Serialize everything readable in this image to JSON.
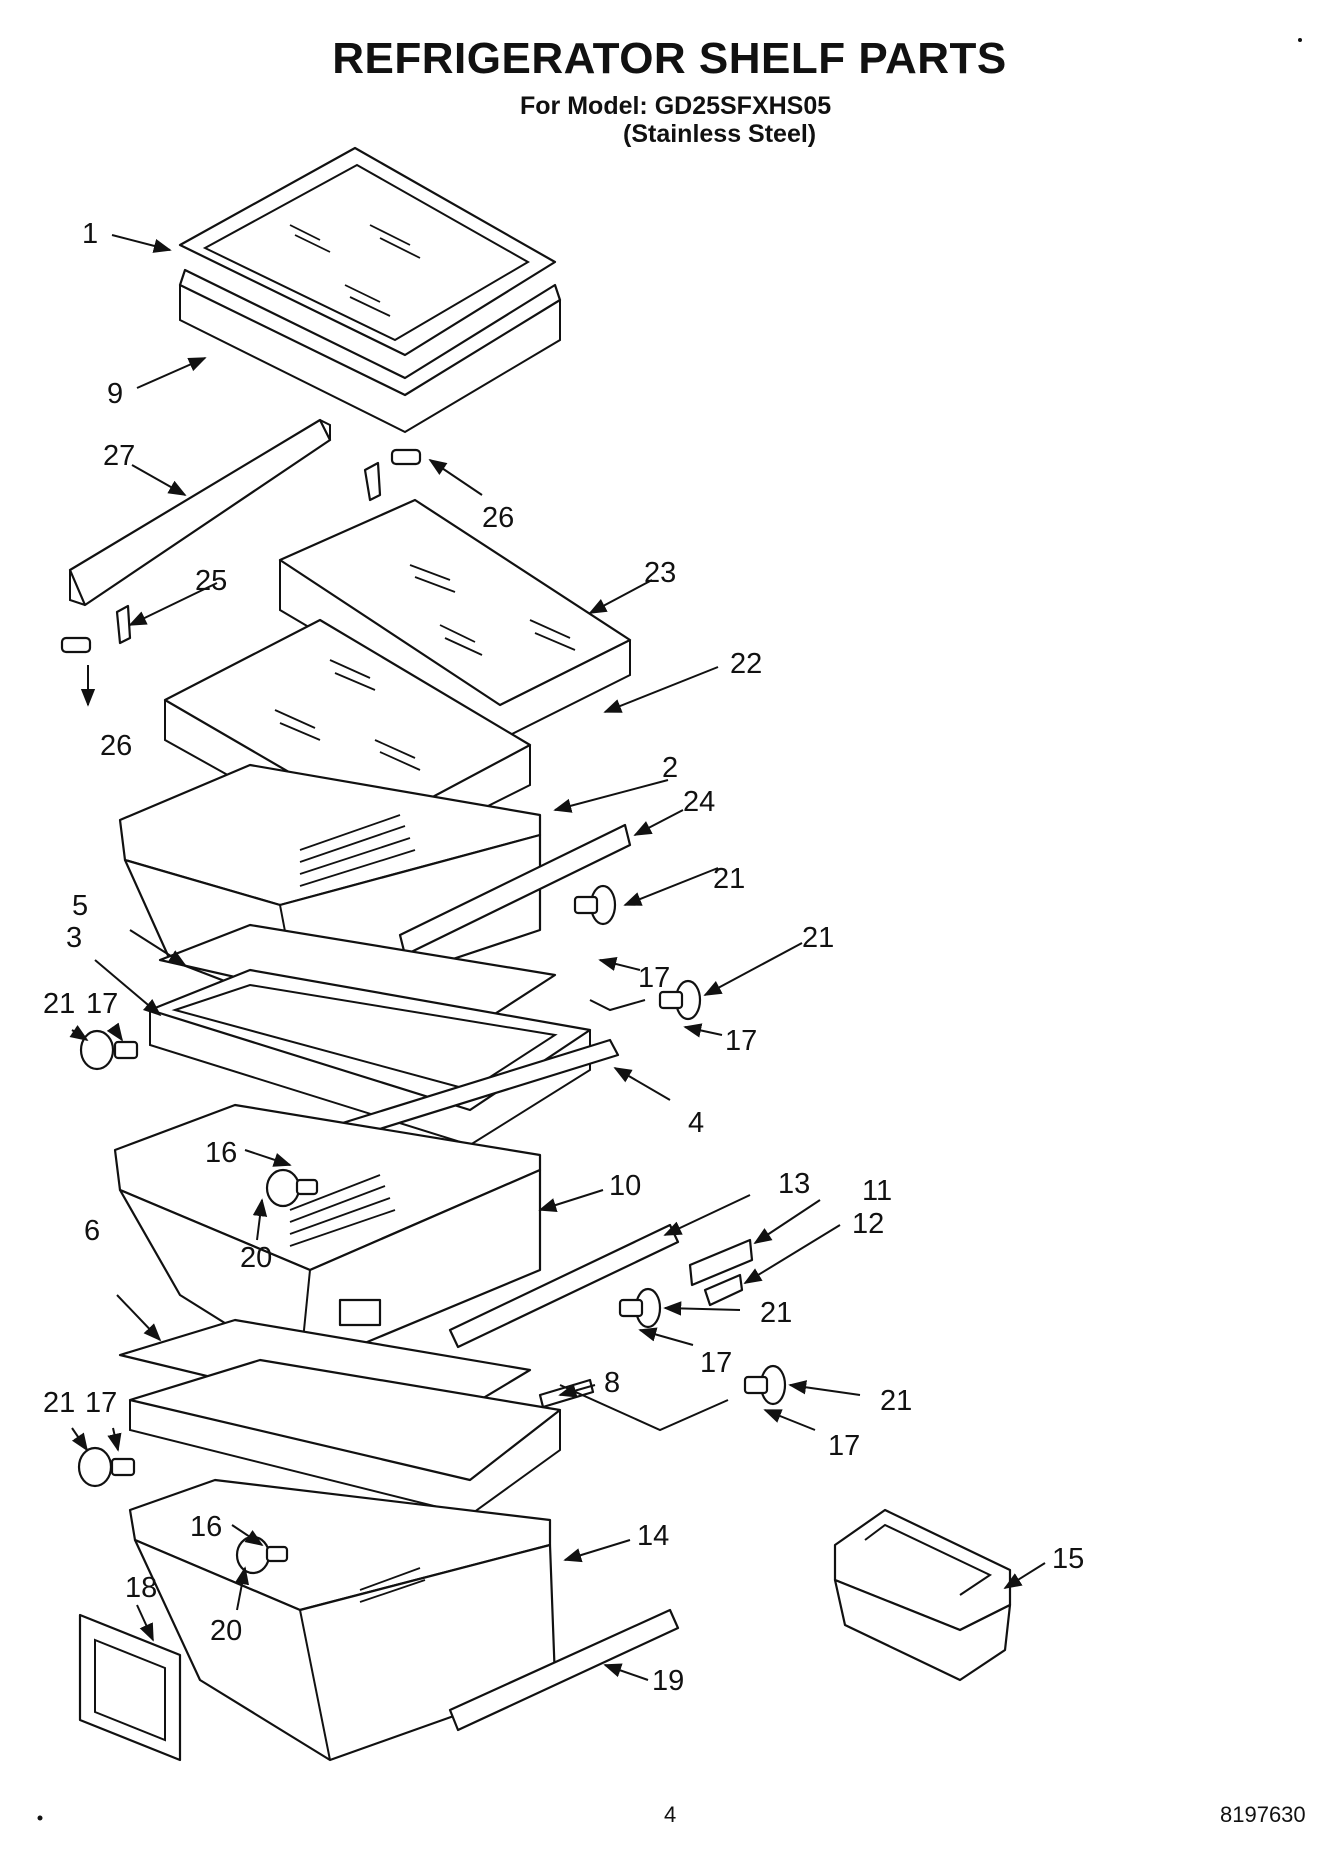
{
  "header": {
    "title": "REFRIGERATOR SHELF PARTS",
    "model_line": "For Model: GD25SFXHS05",
    "finish_line": "(Stainless Steel)"
  },
  "footer": {
    "page_number": "4",
    "document_number": "8197630"
  },
  "callouts": {
    "c1": "1",
    "c9": "9",
    "c27": "27",
    "c26a": "26",
    "c26b": "26",
    "c25": "25",
    "c23": "23",
    "c22": "22",
    "c2": "2",
    "c24": "24",
    "c21a": "21",
    "c21b": "21",
    "c21c": "21",
    "c21d": "21",
    "c21e": "21",
    "c21f": "21",
    "c17a": "17",
    "c17b": "17",
    "c17c": "17",
    "c17d": "17",
    "c17e": "17",
    "c17f": "17",
    "c5": "5",
    "c3": "3",
    "c4": "4",
    "c16a": "16",
    "c16b": "16",
    "c20a": "20",
    "c20b": "20",
    "c10": "10",
    "c13": "13",
    "c11": "11",
    "c12": "12",
    "c6": "6",
    "c8": "8",
    "c14": "14",
    "c15": "15",
    "c18": "18",
    "c19": "19"
  }
}
